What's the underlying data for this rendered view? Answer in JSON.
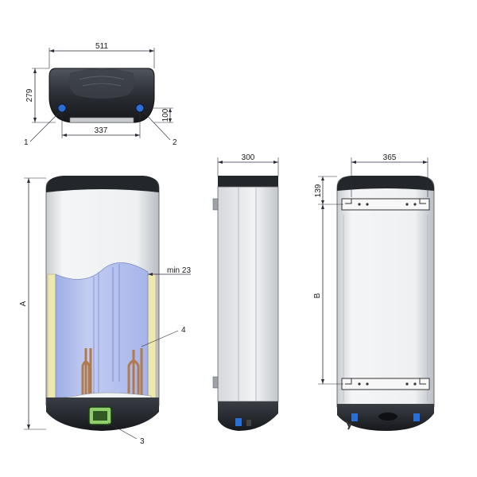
{
  "dimensions": {
    "top_width": "511",
    "top_depth": "279",
    "connection_spacing": "337",
    "connection_offset": "100",
    "side_depth": "300",
    "bracket_spacing": "365",
    "bracket_top": "139",
    "height_label": "A",
    "bracket_distance_label": "B",
    "min_clearance": "min 23"
  },
  "callouts": {
    "c1": "1",
    "c2": "2",
    "c3": "3",
    "c4": "4"
  },
  "colors": {
    "body_light": "#ecedef",
    "body_dark": "#1f2227",
    "tank_blue": "#b4c1ee",
    "insulation_yellow": "#ede7b0",
    "copper": "#b07a4d"
  }
}
